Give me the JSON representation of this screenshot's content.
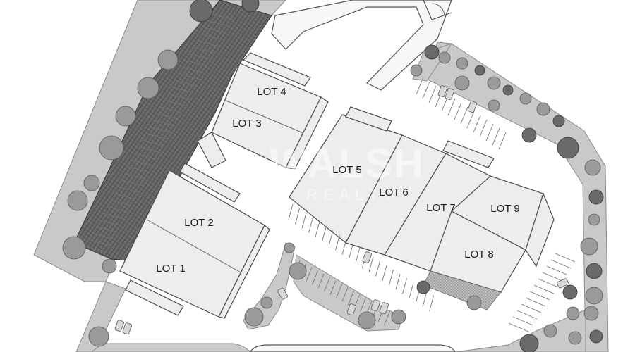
{
  "lots": [
    {
      "id": "lot-1",
      "label": "LOT 1"
    },
    {
      "id": "lot-2",
      "label": "LOT 2"
    },
    {
      "id": "lot-3",
      "label": "LOT 3"
    },
    {
      "id": "lot-4",
      "label": "LOT 4"
    },
    {
      "id": "lot-5",
      "label": "LOT 5"
    },
    {
      "id": "lot-6",
      "label": "LOT 6"
    },
    {
      "id": "lot-7",
      "label": "LOT 7"
    },
    {
      "id": "lot-8",
      "label": "LOT 8"
    },
    {
      "id": "lot-9",
      "label": "LOT 9"
    }
  ],
  "watermark": {
    "line1": "WALSH",
    "line2": "REALTY"
  }
}
